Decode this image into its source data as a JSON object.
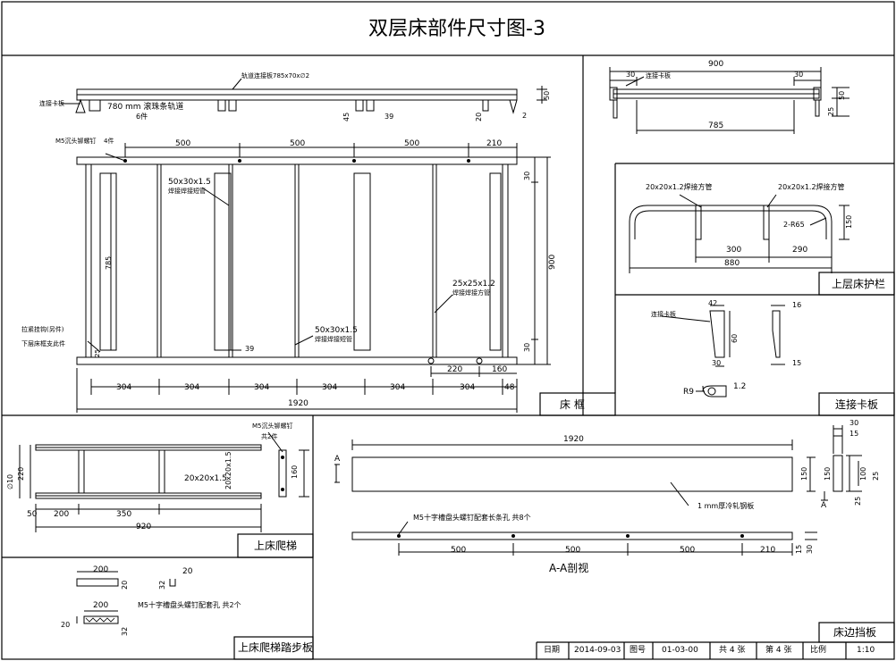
{
  "title": "双层床部件尺寸图-3",
  "frame": {
    "rail_label": "轨道连接板785x70x∅2",
    "connect_clip": "连接卡板",
    "rail_note": "780 mm 滚珠条轨道",
    "rail_count": "6件",
    "dim_50": "50",
    "dim_45": "45",
    "dim_39": "39",
    "dim_20": "20",
    "dim_2": "2",
    "screw_label": "M5沉头铆螺钉",
    "screw_count": "4件",
    "top_dims": [
      "500",
      "500",
      "500",
      "210"
    ],
    "tube_a": "50x30x1.5",
    "tube_a_note": "焊接焊接短管",
    "tube_b": "25x25x1.2",
    "tube_b_note": "焊接焊接方管",
    "tube_c": "50x30x1.5",
    "tube_c_note": "焊接焊接短管",
    "dim_785": "785",
    "dim_900": "900",
    "dim_30_top": "30",
    "dim_30_bot": "30",
    "dim_25": "25",
    "dim_39b": "39",
    "left_note_1": "拉紧挂钩(另件)",
    "left_note_2": "下层床框支此件",
    "dim_220": "220",
    "dim_160": "160",
    "bottom_dims": [
      "304",
      "304",
      "304",
      "304",
      "304",
      "304",
      "48"
    ],
    "dim_1920": "1920",
    "caption": "床    框"
  },
  "clip": {
    "dim_900": "900",
    "dim_30_l": "30",
    "dim_30_r": "30",
    "label": "连接卡板",
    "dim_785": "785",
    "dim_50": "50",
    "dim_25": "25"
  },
  "guard": {
    "tube_l": "20x20x1.2焊接方管",
    "tube_r": "20x20x1.2焊接方管",
    "radius": "2-R65",
    "dim_150": "150",
    "dim_300": "300",
    "dim_290": "290",
    "dim_880": "880",
    "caption": "上层床护栏"
  },
  "clipboard": {
    "label": "连接卡板",
    "dim_42": "42",
    "dim_60": "60",
    "dim_30": "30",
    "dim_16": "16",
    "dim_15": "15",
    "dim_r9": "R9",
    "dim_12": "1.2",
    "caption": "连接卡板"
  },
  "ladder": {
    "screw": "M5沉头铆螺钉",
    "screw_count": "共2件",
    "dim_10": "∅10",
    "dim_220": "220",
    "tube_a": "20x20x1.5",
    "tube_b": "20x20x1.5",
    "dim_160": "160",
    "dims": [
      "50",
      "200",
      "350"
    ],
    "dim_920": "920",
    "caption": "上床爬梯"
  },
  "step": {
    "dim_200a": "200",
    "dim_20a": "20",
    "dim_20b": "20",
    "dim_32a": "32",
    "dim_200b": "200",
    "screw": "M5十字槽盘头螺钉配套孔  共2个",
    "dim_20c": "20",
    "dim_32b": "32",
    "caption": "上床爬梯踏步板"
  },
  "edge": {
    "dim_1920": "1920",
    "section_mark": "A",
    "plate": "1 mm厚冷轧钢板",
    "dim_150": "150",
    "screw": "M5十字槽盘头螺钉配套长条孔  共8个",
    "dims": [
      "500",
      "500",
      "500",
      "210"
    ],
    "dim_15": "15",
    "dim_30": "30",
    "section_title": "A-A剖视",
    "side_dims": [
      "30",
      "15",
      "150",
      "100",
      "25"
    ],
    "section_mark_b": "A",
    "caption": "床边挡板"
  },
  "titleblock": {
    "date_label": "日期",
    "date": "2014-09-03",
    "no_label": "图号",
    "no": "01-03-00",
    "total": "共 4 张",
    "sheet": "第 4 张",
    "scale_label": "比例",
    "scale": "1:10"
  }
}
